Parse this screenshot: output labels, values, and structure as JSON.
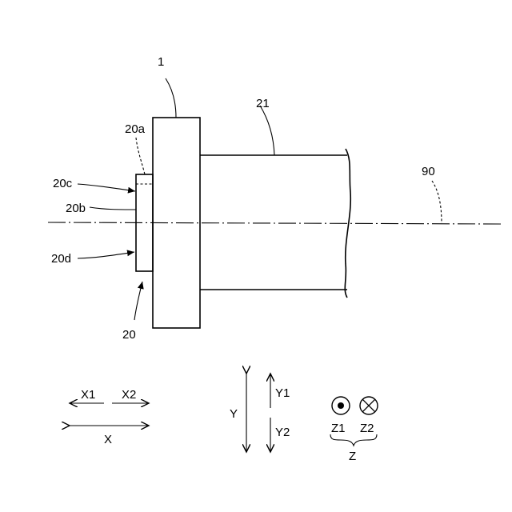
{
  "labels": {
    "part_1": "1",
    "part_21": "21",
    "part_20a": "20a",
    "part_20c": "20c",
    "part_20b": "20b",
    "part_20d": "20d",
    "part_20": "20",
    "axis_90": "90"
  },
  "legend": {
    "x1": "X1",
    "x2": "X2",
    "x": "X",
    "y": "Y",
    "y1": "Y1",
    "y2": "Y2",
    "z1": "Z1",
    "z2": "Z2",
    "z": "Z"
  },
  "icons": {
    "z1": "dot-in-circle-icon",
    "z2": "cross-in-circle-icon"
  }
}
